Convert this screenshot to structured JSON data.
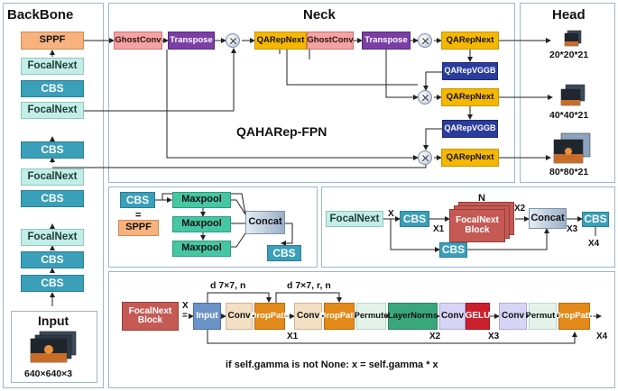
{
  "backbone": {
    "title": "BackBone",
    "sppf": "SPPF",
    "focal1": "FocalNext",
    "cbs1": "CBS",
    "focal2": "FocalNext",
    "cbs2": "CBS",
    "focal3": "FocalNext",
    "cbs3": "CBS",
    "focal4": "FocalNext",
    "cbs4": "CBS",
    "cbs5": "CBS",
    "input_title": "Input",
    "input_size": "640×640×3"
  },
  "neck": {
    "title": "Neck",
    "ghost1": "GhostConv",
    "transpose1": "Transpose",
    "qarep1": "QARepNext",
    "ghost2": "GhostConv",
    "transpose2": "Transpose",
    "qarep_top": "QARepNext",
    "vggb1": "QARepVGGB",
    "qarep_mid": "QARepNext",
    "vggb2": "QARepVGGB",
    "qarep_bot": "QARepNext",
    "fpn_label": "QAHARep-FPN"
  },
  "head": {
    "title": "Head",
    "out1": "20*20*21",
    "out2": "40*40*21",
    "out3": "80*80*21"
  },
  "sppf_panel": {
    "cbs_in": "CBS",
    "equals": "=",
    "sppf": "SPPF",
    "maxpool1": "Maxpool",
    "maxpool2": "Maxpool",
    "maxpool3": "Maxpool",
    "concat": "Concat",
    "cbs_out": "CBS"
  },
  "focalnext_panel": {
    "label": "FocalNext",
    "x": "X",
    "cbs1": "CBS",
    "n": "N",
    "x1": "X1",
    "x2": "X2",
    "block": "FocalNext Block",
    "concat": "Concat",
    "x3": "X3",
    "cbs2": "CBS",
    "x4": "X4",
    "cbs_skip": "CBS"
  },
  "block_panel": {
    "label": "FocalNext Block",
    "x": "X",
    "equals": "=",
    "input": "Input",
    "conv1": "Conv",
    "drop1": "DropPath",
    "k1": "d 7×7, n",
    "conv2": "Conv",
    "drop2": "DropPath",
    "k2": "d 7×7, r, n",
    "permute1": "Permute",
    "layernorm": "LayerNorms",
    "conv3": "Conv",
    "gelu": "GELU",
    "conv4": "Conv",
    "permute2": "Permute",
    "drop3": "DropPath",
    "x1": "X1",
    "x2": "X2",
    "x3": "X3",
    "x4": "X4",
    "note": "if self.gamma is not None: x = self.gamma * x"
  },
  "colors": {
    "cbs": "#3a9fb9",
    "focalnext": "#c3eee7",
    "sppf": "#f7b27e",
    "ghostconv": "#f4a3a3",
    "transpose": "#7a3fa5",
    "qarepnext": "#f5b700",
    "qarepvggb": "#2a3d9c",
    "maxpool": "#46c6a3",
    "block": "#c55a55",
    "droppath": "#e38a1a",
    "gelu": "#cc1f2c"
  },
  "icons": [
    "multiply-icon",
    "arrow-icon",
    "image-stack-icon"
  ]
}
